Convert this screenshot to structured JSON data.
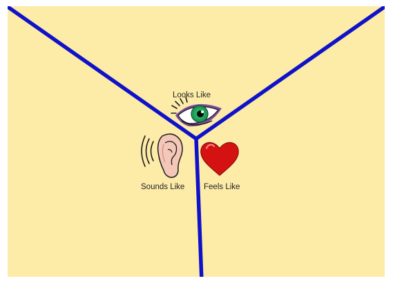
{
  "chart": {
    "sections": [
      {
        "key": "looks",
        "label": "Looks Like",
        "icon": "eye-icon"
      },
      {
        "key": "sounds",
        "label": "Sounds Like",
        "icon": "ear-icon"
      },
      {
        "key": "feels",
        "label": "Feels Like",
        "icon": "heart-icon"
      }
    ]
  },
  "colors": {
    "background": "#fdeba8",
    "divider": "#0f12c8",
    "heart": "#d41212",
    "eye_iris": "#1f9a55",
    "ear": "#f4c7b8"
  }
}
